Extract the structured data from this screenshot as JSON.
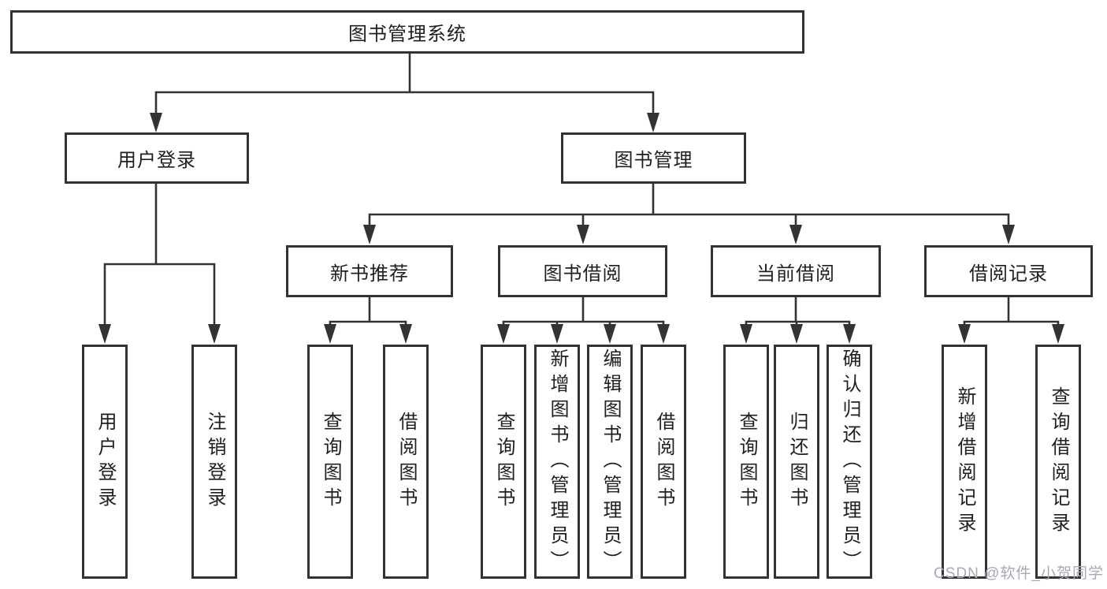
{
  "colors": {
    "line": "#333333",
    "text": "#1f1f1f",
    "bg": "#ffffff",
    "watermark": "#a9a9b6"
  },
  "tree": {
    "root": {
      "label": "图书管理系统"
    },
    "branches": [
      {
        "label": "用户登录",
        "children": [
          {
            "label": "用户登录"
          },
          {
            "label": "注销登录"
          }
        ]
      },
      {
        "label": "图书管理",
        "children": [
          {
            "label": "新书推荐",
            "children": [
              {
                "label": "查询图书"
              },
              {
                "label": "借阅图书"
              }
            ]
          },
          {
            "label": "图书借阅",
            "children": [
              {
                "label": "查询图书"
              },
              {
                "label": "新增图书（管理员）"
              },
              {
                "label": "编辑图书（管理员）"
              },
              {
                "label": "借阅图书"
              }
            ]
          },
          {
            "label": "当前借阅",
            "children": [
              {
                "label": "查询图书"
              },
              {
                "label": "归还图书"
              },
              {
                "label": "确认归还（管理员）"
              }
            ]
          },
          {
            "label": "借阅记录",
            "children": [
              {
                "label": "新增借阅记录"
              },
              {
                "label": "查询借阅记录"
              }
            ]
          }
        ]
      }
    ]
  },
  "watermark": {
    "text": "CSDN @软件_小贺同学"
  }
}
